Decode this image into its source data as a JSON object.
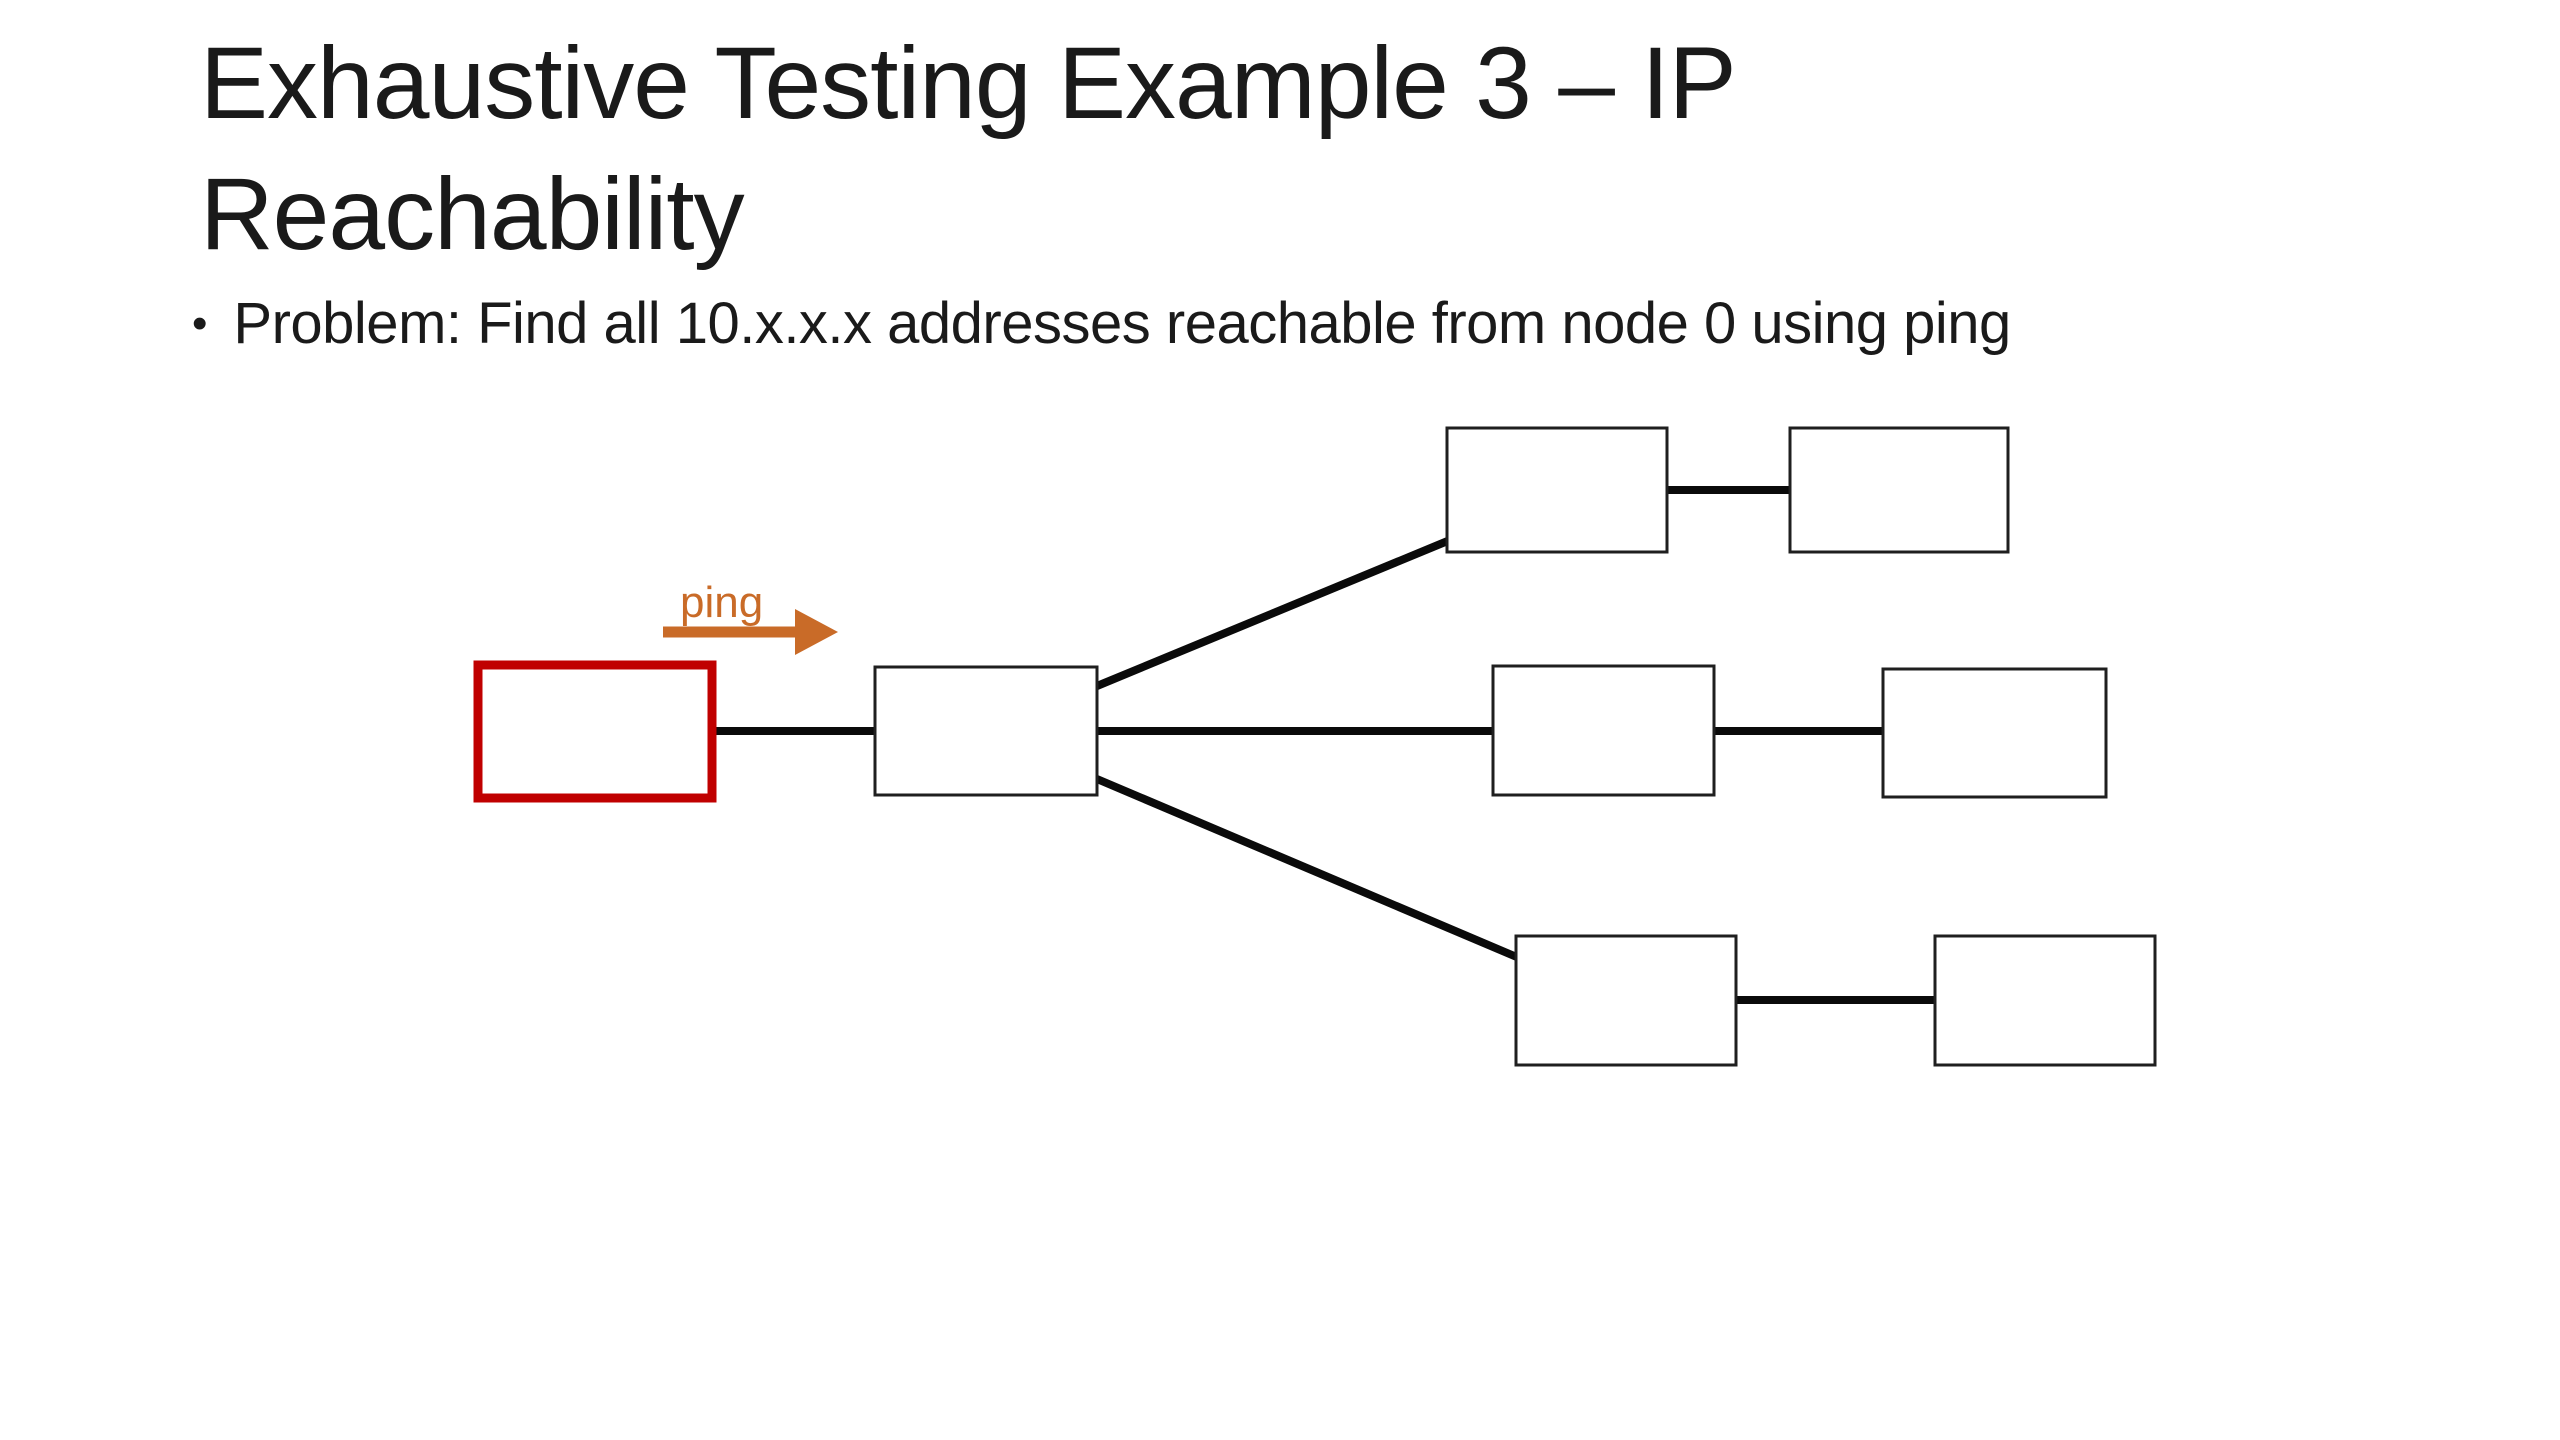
{
  "slide": {
    "title": "Exhaustive Testing Example 3 – IP Reachability",
    "bullet": {
      "marker": "•",
      "text": "Problem: Find all 10.x.x.x addresses reachable from node 0 using ping"
    }
  },
  "diagram": {
    "ping_label": "ping",
    "source_node": "node 0 (red box, ping origin)",
    "node_count": 8,
    "links": [
      "node0 - hub",
      "hub - top-branch-1",
      "top-branch-1 - top-branch-2",
      "hub - middle-branch-1",
      "middle-branch-1 - middle-branch-2",
      "hub - bottom-branch-1",
      "bottom-branch-1 - bottom-branch-2"
    ]
  },
  "colors": {
    "background": "#ffffff",
    "text": "#1a1a1a",
    "node0_border": "#c00000",
    "node_border": "#1f1f1f",
    "connector": "#0a0a0a",
    "ping_orange": "#c96b28"
  }
}
